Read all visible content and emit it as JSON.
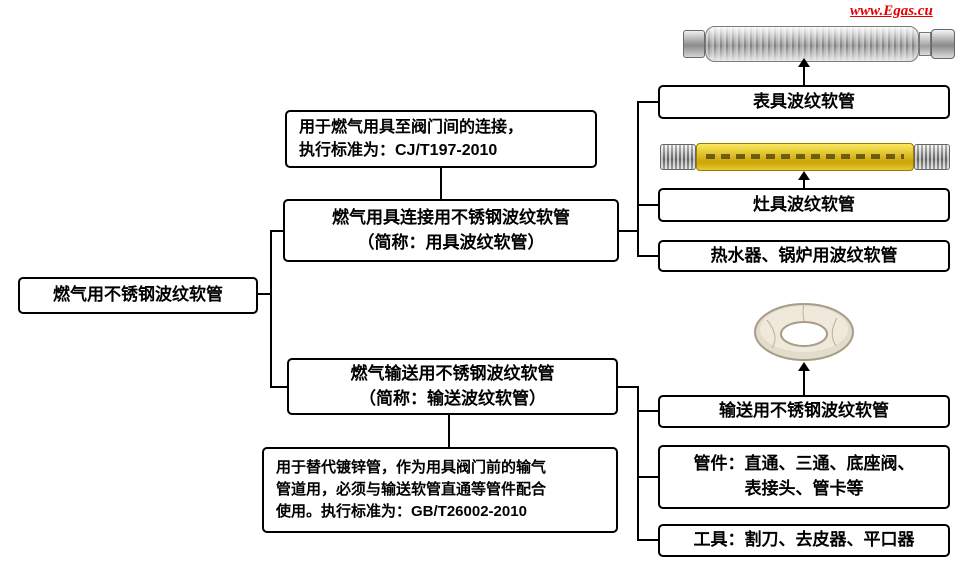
{
  "watermark": {
    "text": "www.Egas.cu",
    "color": "#e60000"
  },
  "root": {
    "label": "燃气用不锈钢波纹软管"
  },
  "note_top": {
    "line1": "用于燃气用具至阀门间的连接，",
    "line2": "执行标准为：CJ/T197-2010"
  },
  "note_bottom": {
    "line1": "用于替代镀锌管，作为用具阀门前的输气",
    "line2": "管道用，必须与输送软管直通等管件配合",
    "line3": "使用。执行标准为：GB/T26002-2010"
  },
  "branch_appliance": {
    "line1": "燃气用具连接用不锈钢波纹软管",
    "line2": "（简称：用具波纹软管）"
  },
  "branch_transport": {
    "line1": "燃气输送用不锈钢波纹软管",
    "line2": "（简称：输送波纹软管）"
  },
  "leaf_meter": {
    "label": "表具波纹软管"
  },
  "leaf_stove": {
    "label": "灶具波纹软管"
  },
  "leaf_heater": {
    "label": "热水器、锅炉用波纹软管"
  },
  "leaf_transport_hose": {
    "label": "输送用不锈钢波纹软管"
  },
  "leaf_fittings": {
    "line1": "管件：直通、三通、底座阀、",
    "line2": "表接头、管卡等"
  },
  "leaf_tools": {
    "label": "工具：割刀、去皮器、平口器"
  },
  "images": {
    "steel_hose": "stainless-corrugated-hose",
    "yellow_hose": "yellow-stove-corrugated-hose",
    "coil": "coiled-transport-pipe-ring"
  },
  "colors": {
    "box_border": "#000000",
    "hose_yellow": "#e8c930",
    "steel_gray": "#8f8f8f",
    "coil_beige": "#e3dccc"
  }
}
